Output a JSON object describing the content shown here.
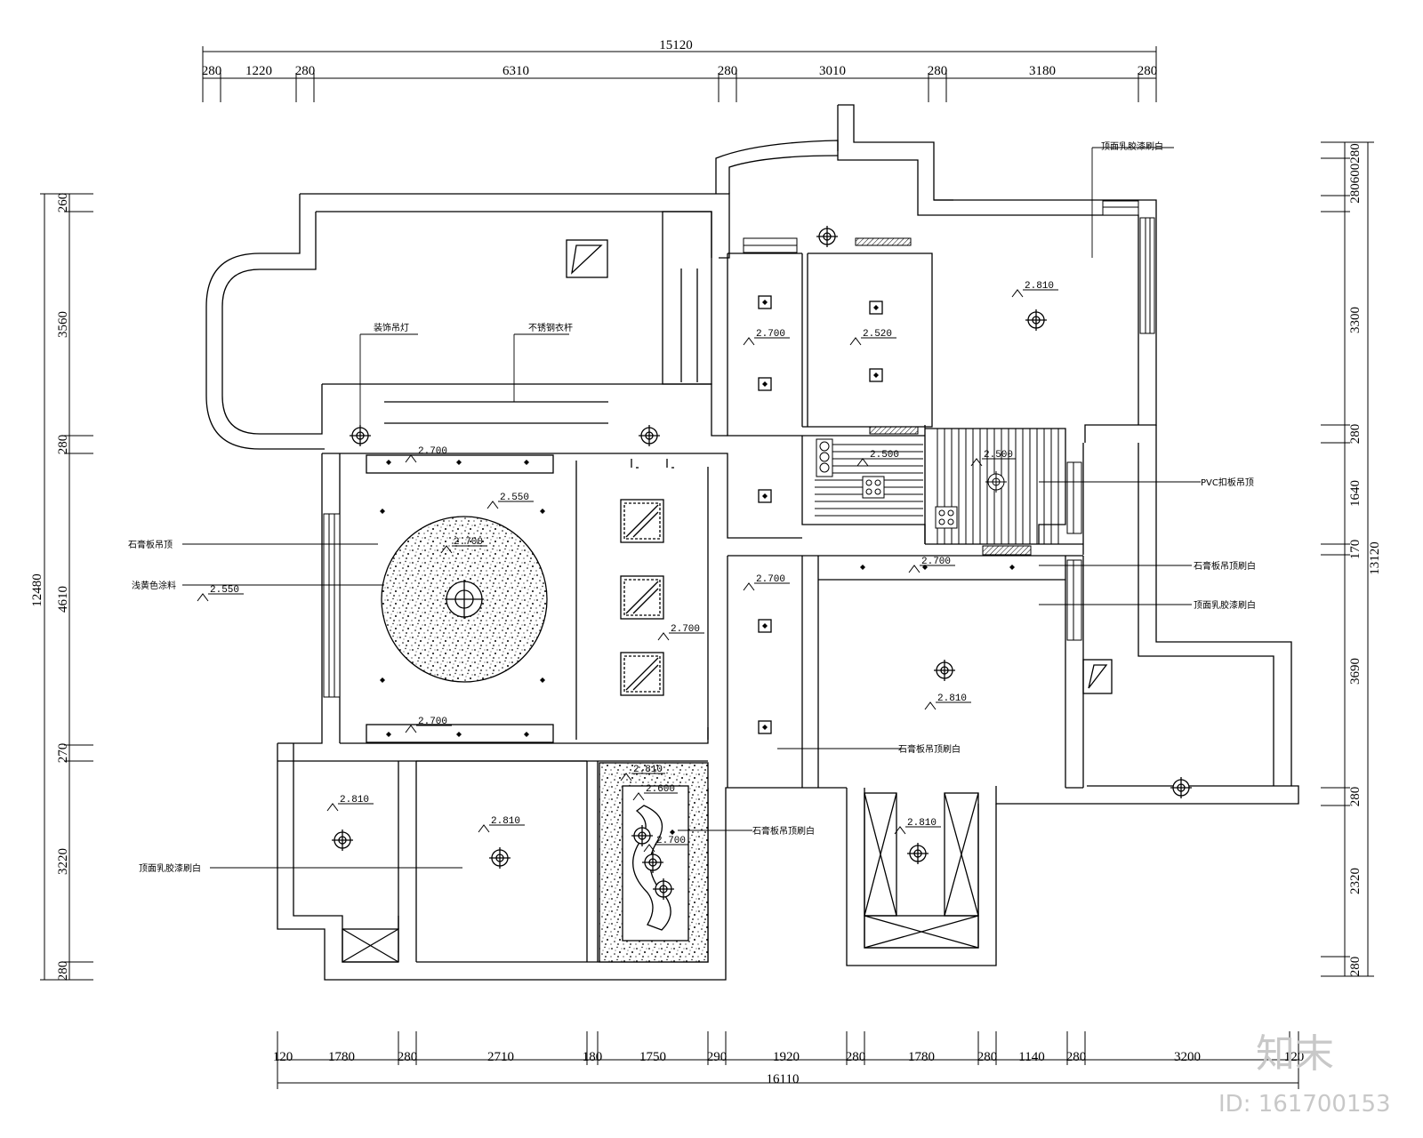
{
  "dimensions": {
    "top_total": "15120",
    "top": [
      "280",
      "1220",
      "280",
      "6310",
      "280",
      "3010",
      "280",
      "3180",
      "280"
    ],
    "bottom_total": "16110",
    "bottom": [
      "120",
      "1780",
      "280",
      "2710",
      "180",
      "1750",
      "290",
      "1920",
      "280",
      "1780",
      "280",
      "1140",
      "280",
      "3200",
      "120"
    ],
    "left_total": "12480",
    "left": [
      "260",
      "3560",
      "280",
      "4610",
      "270",
      "3220",
      "280"
    ],
    "right_total": "13120",
    "right_top_stack": "280600280",
    "right": [
      "3300",
      "280",
      "1640",
      "170",
      "3690",
      "280",
      "2320",
      "280"
    ]
  },
  "elevations": {
    "bedroom_top_right": "2.810",
    "corridor_top": "2.700",
    "bath_top": "2.520",
    "kitchen_a": "2.500",
    "kitchen_b": "2.500",
    "living_strip_top": "2.700",
    "living_mid": "2.550",
    "living_circle": "2.700",
    "living_left": "2.550",
    "living_strip_bottom": "2.700",
    "dining_right": "2.700",
    "corridor_mid": "2.700",
    "master_strip": "2.700",
    "master": "2.810",
    "bed_small": "2.810",
    "bed_mid": "2.810",
    "bath_b_top": "2.810",
    "bath_b_mid": "2.600",
    "bath_b_low": "2.700",
    "closet": "2.810"
  },
  "labels": {
    "deco_light": "装饰吊灯",
    "curtain": "不锈钢衣杆",
    "latex_top": "顶面乳胶漆刷白",
    "pvc": "PVC扣板吊顶",
    "gypsum_white_a": "石膏板吊顶刷白",
    "latex_right": "顶面乳胶漆刷白",
    "gypsum_ceiling": "石膏板吊顶",
    "paint": "浅黄色涂料",
    "gypsum_white_b": "石膏板吊顶刷白",
    "gypsum_white_c": "石膏板吊顶刷白",
    "latex_left": "顶面乳胶漆刷白"
  },
  "watermark": {
    "logo": "知末",
    "id": "ID: 161700153"
  }
}
